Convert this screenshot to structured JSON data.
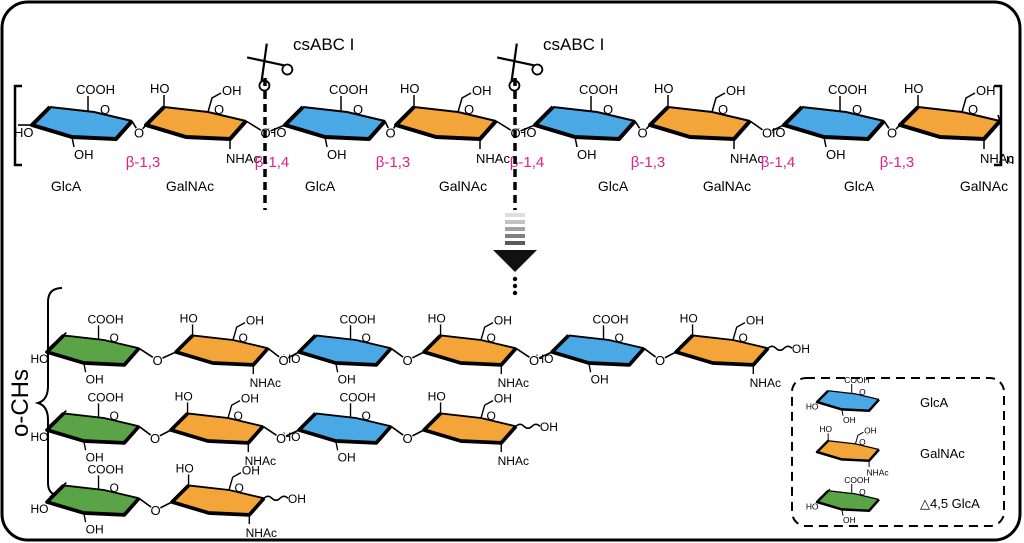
{
  "colors": {
    "glca": "#4aa8e4",
    "galnac": "#f3a53a",
    "delta": "#5aa447",
    "linkage": "#e21f8c",
    "ink": "#000000"
  },
  "enzyme": {
    "label": "csABC I"
  },
  "polymer": {
    "units": [
      "GlcA",
      "GalNAc",
      "GlcA",
      "GalNAc",
      "GlcA",
      "GalNAc",
      "GlcA",
      "GalNAc"
    ],
    "linkages": [
      "β-1,3",
      "β-1,4",
      "β-1,3",
      "β-1,4",
      "β-1,3",
      "β-1,4",
      "β-1,3"
    ],
    "repeat_label": "n"
  },
  "products": {
    "label": "o-CHs"
  },
  "atoms": {
    "cooh": "COOH",
    "oh": "OH",
    "ho": "HO",
    "nhac": "NHAc",
    "o": "O"
  },
  "legend": {
    "items": [
      {
        "label": "GlcA",
        "type": "glca"
      },
      {
        "label": "GalNAc",
        "type": "galnac"
      },
      {
        "label": "△4,5 GlcA",
        "type": "delta"
      }
    ]
  }
}
